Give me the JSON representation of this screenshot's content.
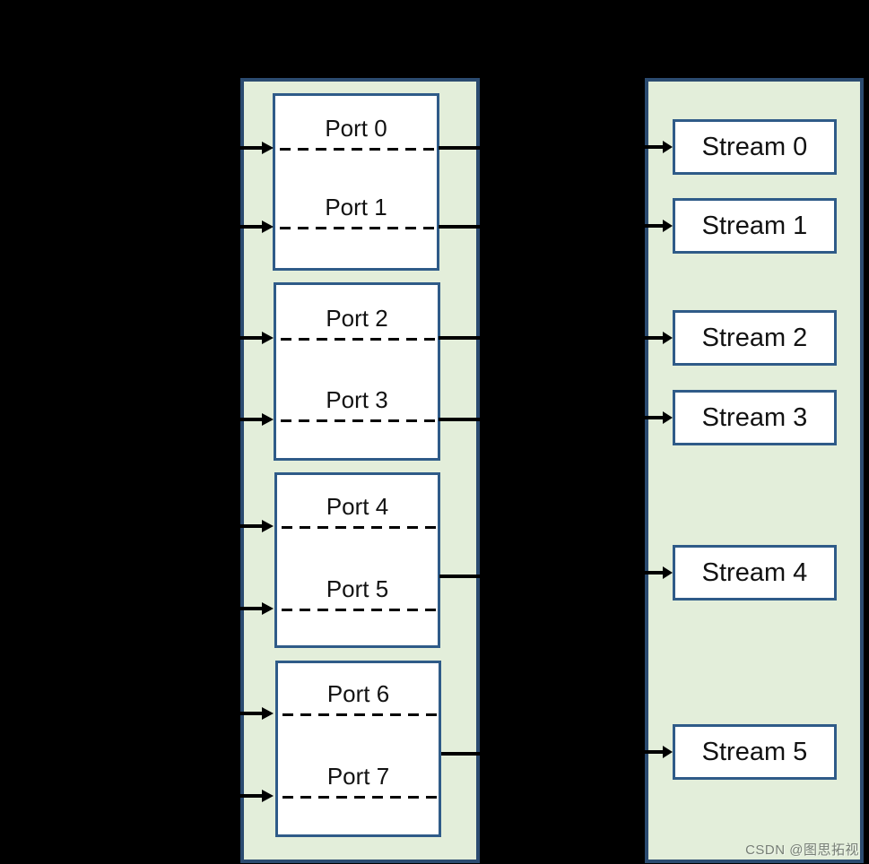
{
  "colors": {
    "bg": "#000000",
    "panel_fill": "#E3EEDA",
    "panel_border": "#2B4B70",
    "box_border": "#2F5B88",
    "line": "#000000",
    "watermark": "#757D74"
  },
  "left_panel": {
    "groups": [
      {
        "ports": [
          {
            "label": "Port 0"
          },
          {
            "label": "Port 1"
          }
        ]
      },
      {
        "ports": [
          {
            "label": "Port 2"
          },
          {
            "label": "Port 3"
          }
        ]
      },
      {
        "ports": [
          {
            "label": "Port 4"
          },
          {
            "label": "Port 5"
          }
        ]
      },
      {
        "ports": [
          {
            "label": "Port 6"
          },
          {
            "label": "Port 7"
          }
        ]
      }
    ]
  },
  "right_panel": {
    "streams": [
      {
        "label": "Stream 0"
      },
      {
        "label": "Stream 1"
      },
      {
        "label": "Stream 2"
      },
      {
        "label": "Stream 3"
      },
      {
        "label": "Stream 4"
      },
      {
        "label": "Stream 5"
      }
    ]
  },
  "watermark": {
    "text": "CSDN @图思拓视"
  }
}
